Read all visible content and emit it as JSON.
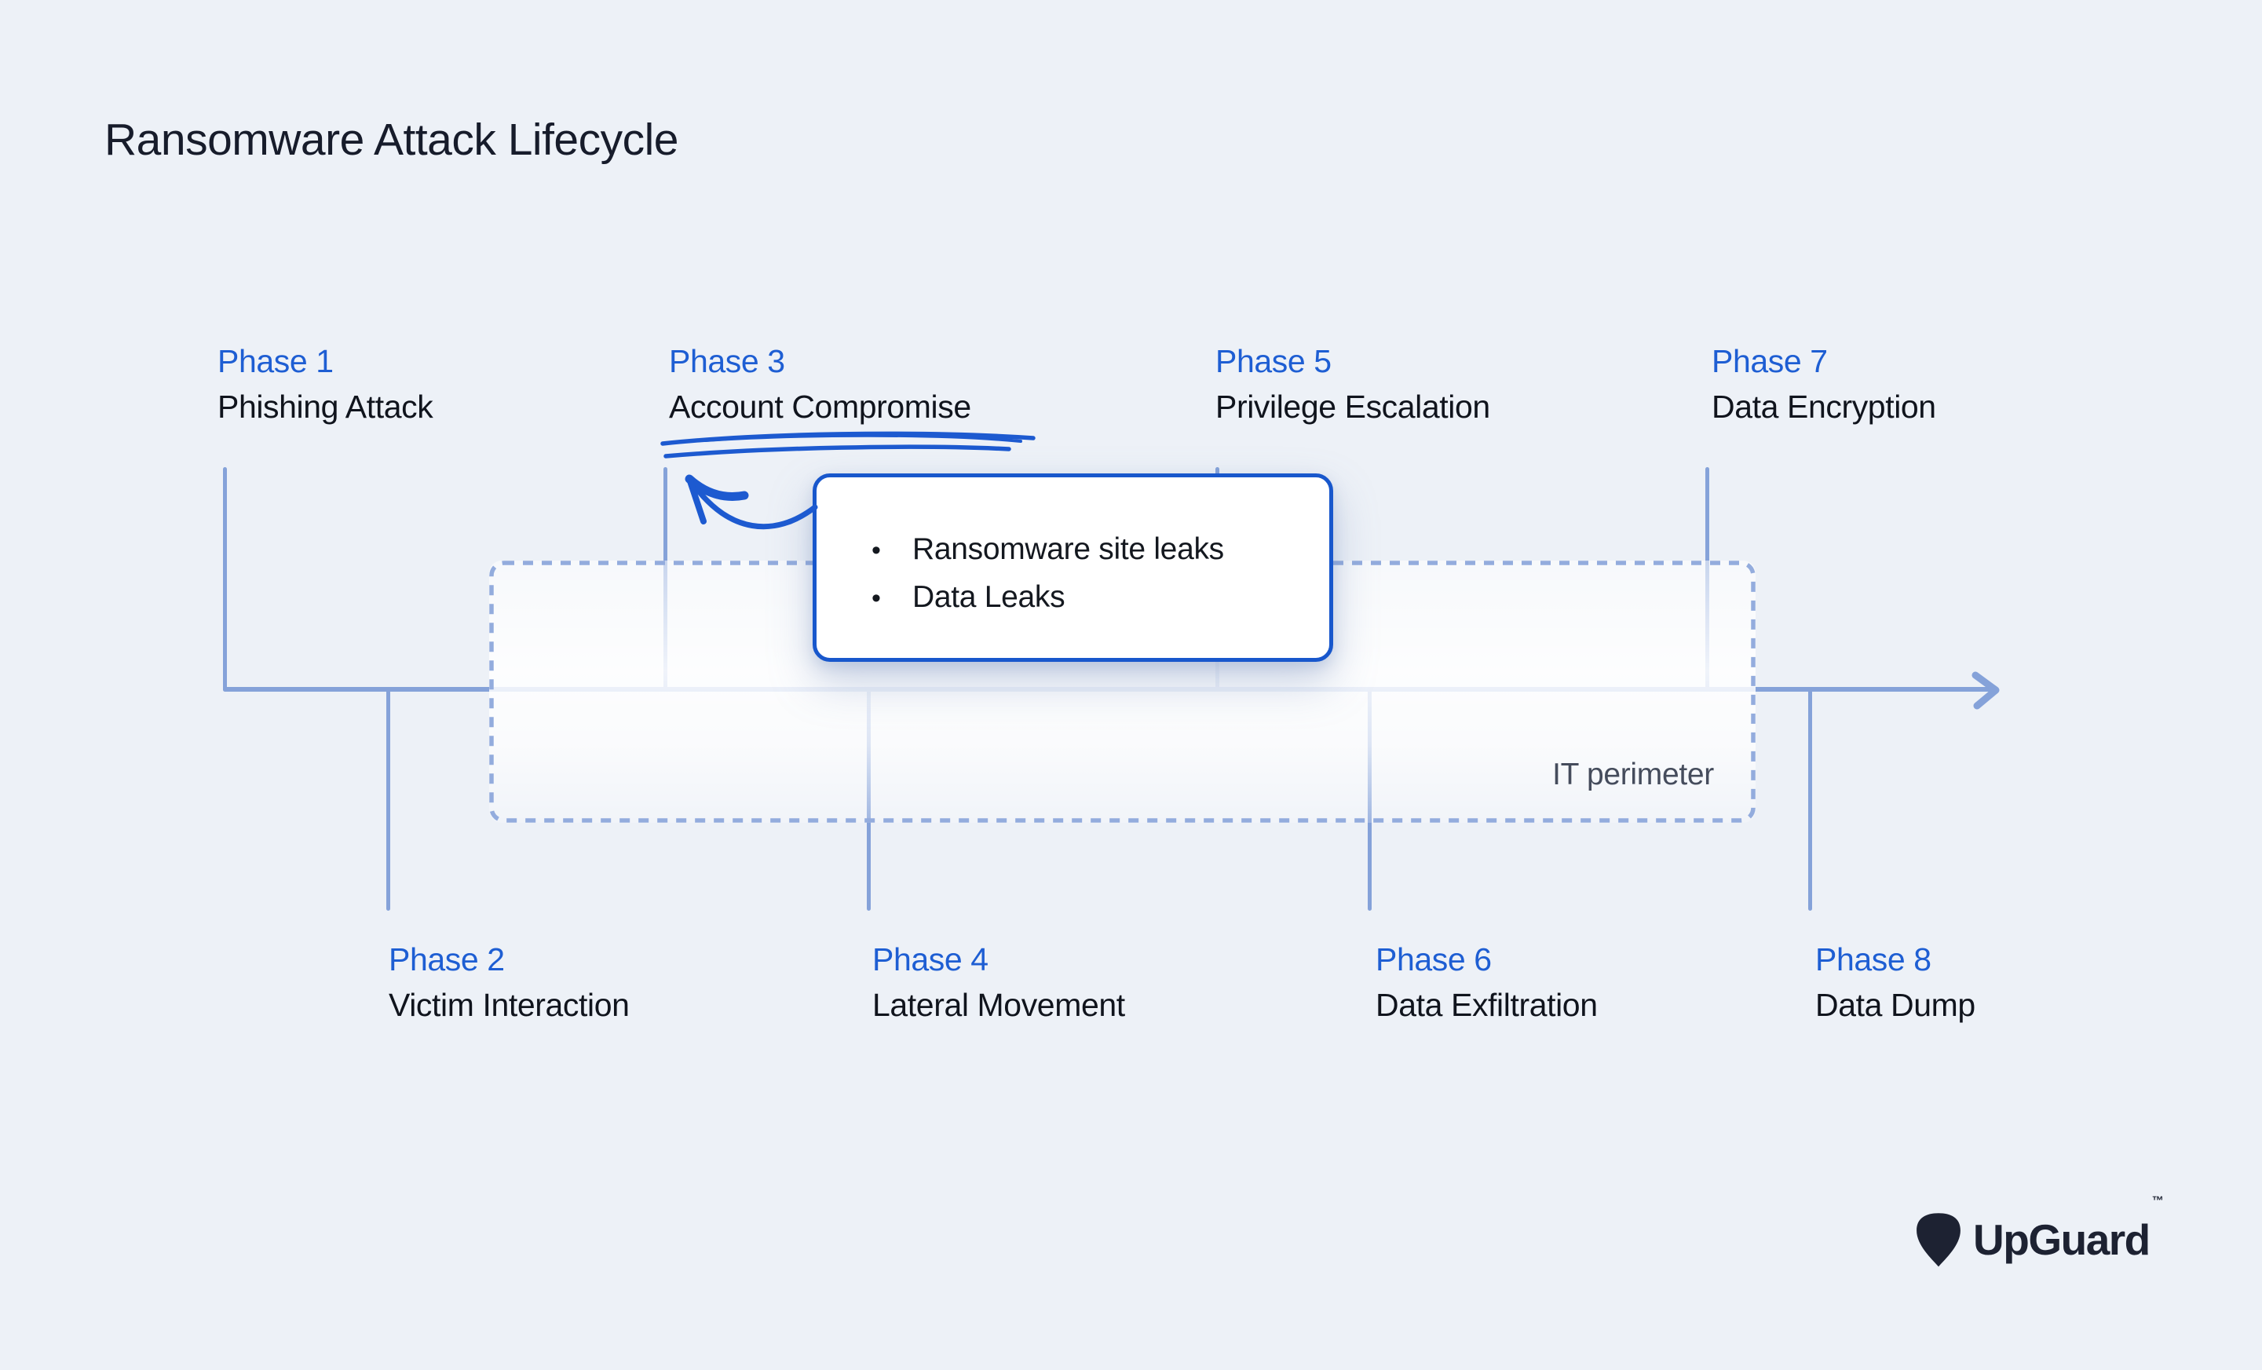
{
  "title": "Ransomware Attack Lifecycle",
  "phases": [
    {
      "number": "Phase 1",
      "name": "Phishing Attack"
    },
    {
      "number": "Phase 2",
      "name": "Victim Interaction"
    },
    {
      "number": "Phase 3",
      "name": "Account Compromise"
    },
    {
      "number": "Phase 4",
      "name": "Lateral Movement"
    },
    {
      "number": "Phase 5",
      "name": "Privilege Escalation"
    },
    {
      "number": "Phase 6",
      "name": "Data Exfiltration"
    },
    {
      "number": "Phase 7",
      "name": "Data Encryption"
    },
    {
      "number": "Phase 8",
      "name": "Data Dump"
    }
  ],
  "callout": {
    "bullet_glyph": "•",
    "items": [
      "Ransomware site leaks",
      "Data Leaks"
    ]
  },
  "perimeter_label": "IT perimeter",
  "logo": {
    "text": "UpGuard",
    "tm": "™"
  },
  "colors": {
    "background": "#edf1f7",
    "title_text": "#171c2b",
    "phase_number_blue": "#1e5ed3",
    "phase_name_dark": "#10141d",
    "line_blue": "#85a2d9",
    "dashed_border_blue": "#93acdd",
    "callout_border_blue": "#1857cc",
    "handdrawn_blue": "#1d5ad0",
    "perimeter_text": "#454c5c",
    "logo_navy": "#1d2232"
  }
}
